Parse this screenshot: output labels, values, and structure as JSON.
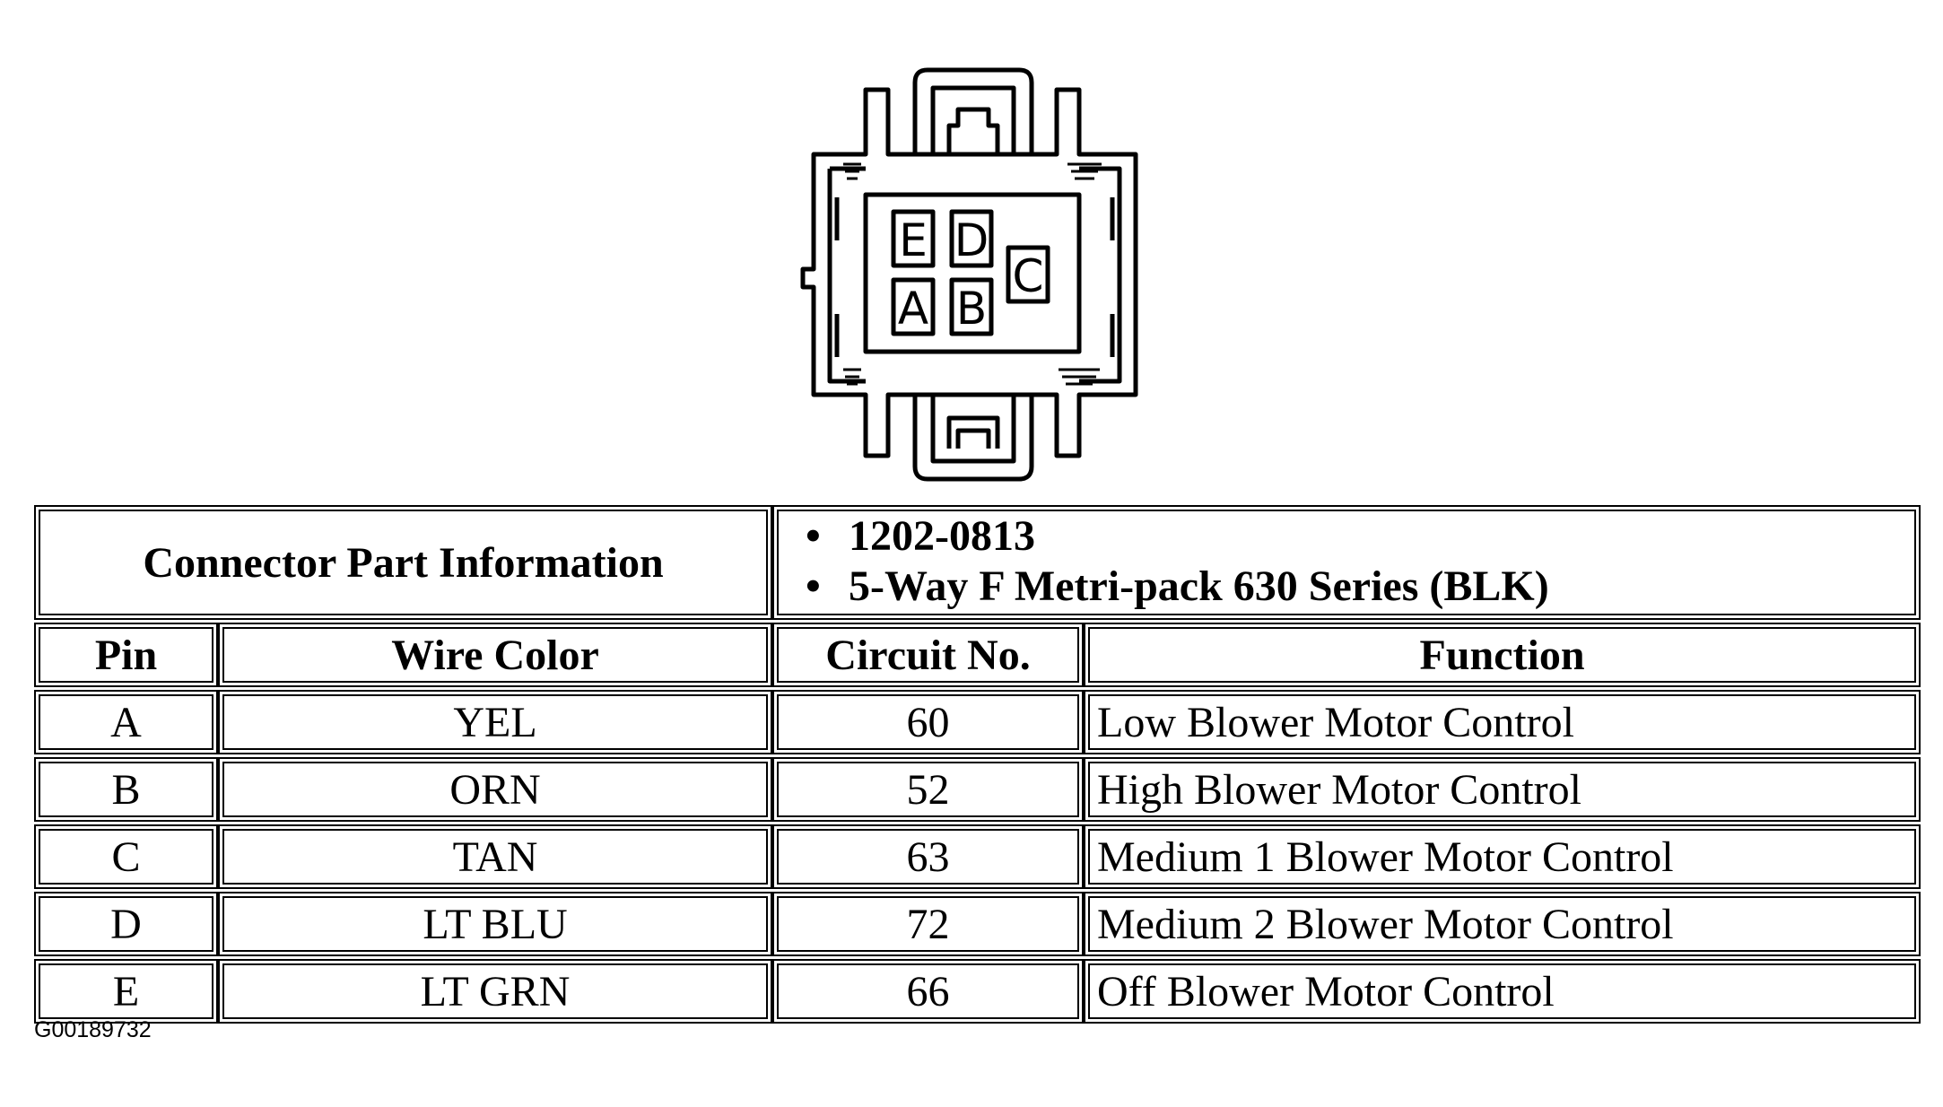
{
  "connector": {
    "pins": [
      "E",
      "D",
      "C",
      "A",
      "B"
    ]
  },
  "part_info": {
    "label": "Connector Part Information",
    "items": [
      "1202-0813",
      "5-Way F Metri-pack 630 Series (BLK)"
    ]
  },
  "table": {
    "headers": [
      "Pin",
      "Wire Color",
      "Circuit No.",
      "Function"
    ],
    "rows": [
      {
        "pin": "A",
        "wire": "YEL",
        "circuit": "60",
        "function": "Low Blower Motor Control"
      },
      {
        "pin": "B",
        "wire": "ORN",
        "circuit": "52",
        "function": "High Blower Motor Control"
      },
      {
        "pin": "C",
        "wire": "TAN",
        "circuit": "63",
        "function": "Medium 1 Blower Motor Control"
      },
      {
        "pin": "D",
        "wire": "LT BLU",
        "circuit": "72",
        "function": "Medium 2 Blower Motor Control"
      },
      {
        "pin": "E",
        "wire": "LT GRN",
        "circuit": "66",
        "function": "Off Blower Motor Control"
      }
    ]
  },
  "figure_id": "G00189732"
}
